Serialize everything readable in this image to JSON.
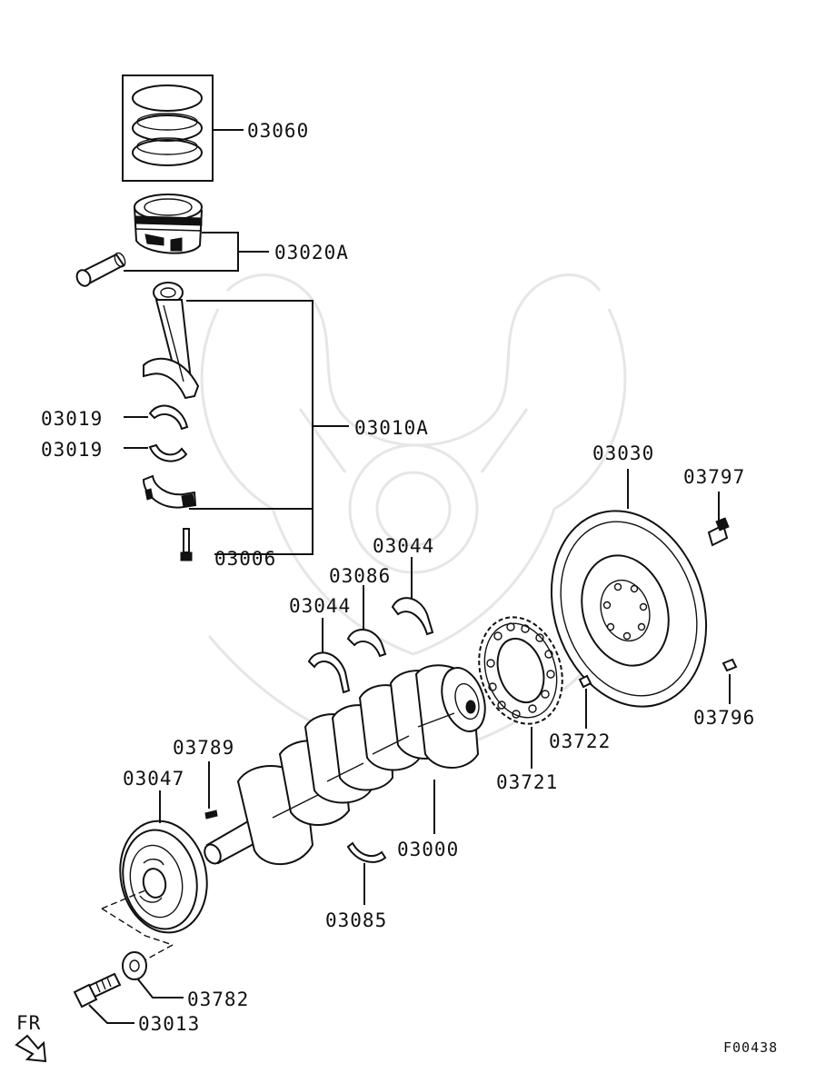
{
  "diagram_id": "F00438",
  "direction_label": "FR",
  "parts": {
    "piston_ring_set": "03060",
    "piston_assembly": "03020A",
    "connecting_rod_assembly": "03010A",
    "conrod_bearing_upper": "03019",
    "conrod_bearing_lower": "03019",
    "conrod_bolt": "03006",
    "thrust_bearing_upper": "03044",
    "main_bearing_upper": "03086",
    "thrust_bearing_right": "03044",
    "flywheel": "03030",
    "flywheel_bolt": "03797",
    "dowel_pin": "03796",
    "crank_sensor_plate": "03721",
    "plate_bolt": "03722",
    "crankshaft": "03000",
    "main_bearing_lower": "03085",
    "key": "03789",
    "crank_pulley": "03047",
    "washer": "03782",
    "pulley_bolt": "03013"
  }
}
